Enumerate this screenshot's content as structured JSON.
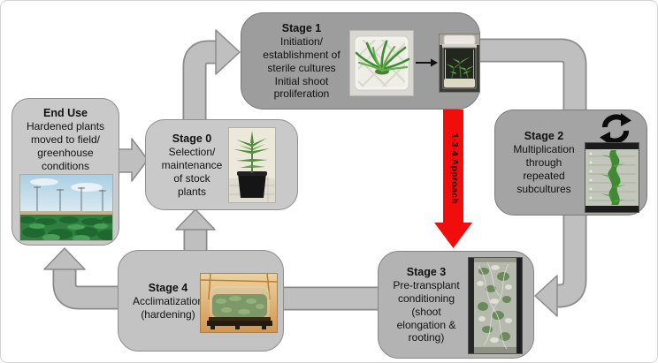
{
  "stages": {
    "stage1": {
      "title": "Stage 1",
      "body": "Initiation/\nestablishment of\nsterile cultures\nInitial shoot\nproliferation"
    },
    "stage2": {
      "title": "Stage 2",
      "body": "Multiplication\nthrough\nrepeated\nsubcultures"
    },
    "stage3": {
      "title": "Stage 3",
      "body": "Pre-transplant\nconditioning\n(shoot\nelongation &\nrooting)"
    },
    "stage4": {
      "title": "Stage 4",
      "body": "Acclimatization\n(hardening)"
    },
    "stage0": {
      "title": "Stage 0",
      "body": "Selection/\nmaintenance\nof stock\nplants"
    },
    "end_use": {
      "title": "End Use",
      "body": "Hardened plants\nmoved to field/\ngreenhouse\nconditions"
    }
  },
  "red_arrow": {
    "label": "1-3-4 Approach",
    "color": "#f20d0d"
  },
  "icons": {
    "recycle": "⟳",
    "transfer_arrow": "→"
  },
  "colors": {
    "box_dark": "#9d9d9d",
    "box_medium": "#b3b3b3",
    "box_light": "#c9c9c9",
    "connector_fill": "#bfbfbf",
    "connector_outline": "#8a8a8a",
    "text": "#111111"
  }
}
